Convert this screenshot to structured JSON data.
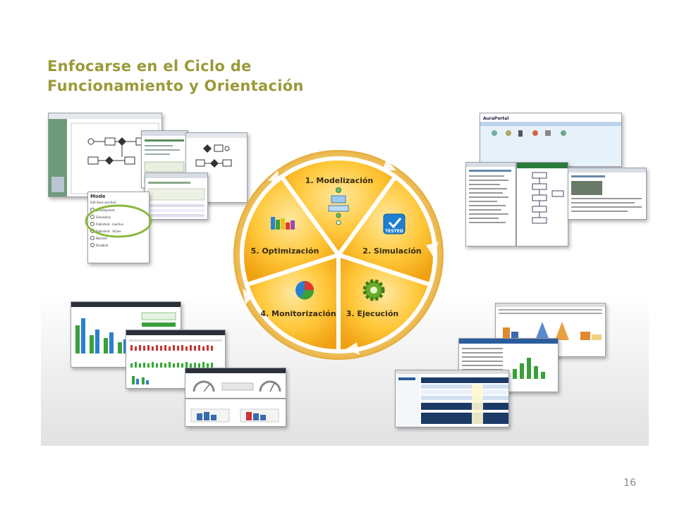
{
  "title": {
    "line1": "Enfocarse en el Ciclo de",
    "line2": "Funcionamiento y Orientación"
  },
  "cycle": {
    "segments": [
      {
        "label": "1. Modelización",
        "icon": "process-flow-icon"
      },
      {
        "label": "2. Simulación",
        "icon": "tested-badge-icon",
        "badge": "TESTED"
      },
      {
        "label": "3. Ejecución",
        "icon": "gear-icon"
      },
      {
        "label": "4. Monitorización",
        "icon": "pie-chart-icon"
      },
      {
        "label": "5. Optimización",
        "icon": "bar-chart-icon"
      }
    ]
  },
  "mode_panel": {
    "title": "Mode",
    "tools": "Edit   Save and Exit",
    "options": [
      "Development",
      "Simulation",
      "Published - Inactive",
      "Published - Active",
      "Blocked",
      "Disabled"
    ]
  },
  "page_number": "16"
}
